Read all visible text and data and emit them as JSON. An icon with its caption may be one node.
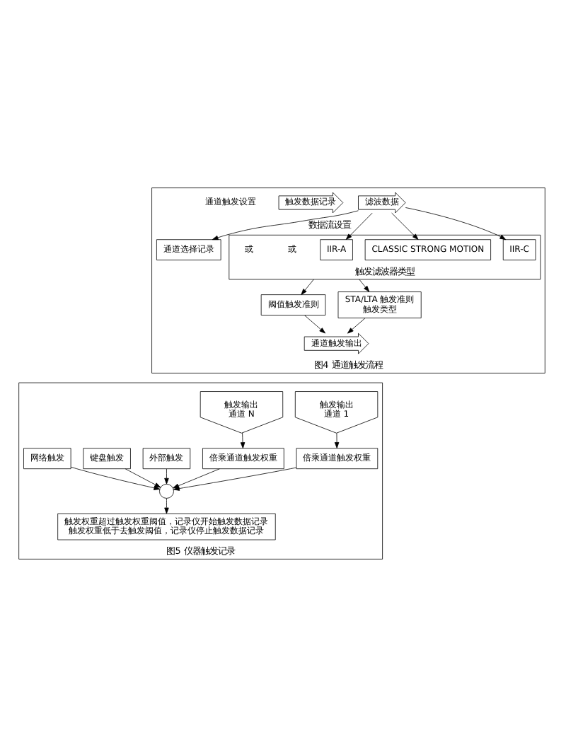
{
  "diagram": {
    "nodes": [
      {
        "text": [
          "图4 通道触发流程"
        ]
      },
      {
        "text": [
          "滤波数据"
        ],
        "in": 0
      },
      {
        "text": [
          "通道选择记录"
        ],
        "in": 0
      },
      {
        "text": [
          "触发数据记录"
        ],
        "in": 0
      },
      {
        "text": [
          "触发滤波器类型"
        ],
        "in": 0
      },
      {
        "text": [
          "IIR-A"
        ],
        "in": 4
      },
      {
        "text": [
          "CLASSIC STRONG MOTION"
        ],
        "in": 4
      },
      {
        "text": [
          "IIR-C"
        ],
        "in": 4
      },
      {
        "text": [
          "阈值触发准则"
        ],
        "in": 0
      },
      {
        "text": [
          "STA/LTA 触发准则",
          "触发类型"
        ],
        "in": 0
      },
      {
        "text": [
          "通道触发输出"
        ],
        "in": 0
      },
      {
        "text": [
          "图5 仪器触发记录"
        ]
      },
      {
        "text": [
          "触发输出",
          "通道 1"
        ],
        "in": 11
      },
      {
        "text": [
          "触发输出",
          "通道 N"
        ],
        "in": 11
      },
      {
        "text": [
          "倍乘通道触发权重"
        ],
        "in": 11
      },
      {
        "text": [
          "倍乘通道触发权重"
        ],
        "in": 11
      },
      {
        "text": [
          "外部触发"
        ],
        "in": 11
      },
      {
        "text": [
          "键盘触发"
        ],
        "in": 11
      },
      {
        "text": [
          "网络触发"
        ],
        "in": 11
      },
      {
        "text": [],
        "shape": "circle",
        "in": 11
      },
      {
        "text": [
          "触发权重超过触发权重阈值，记录仪开始触发数据记录",
          "触发权重低于去触发阈值，记录仪停止触发数据记录"
        ],
        "in": 11
      }
    ],
    "edges": [
      {
        "from": 1,
        "to": 2,
        "arrow": "to",
        "label": "数据流设置"
      },
      {
        "from": 1,
        "to": 5,
        "arrow": "to"
      },
      {
        "from": 1,
        "to": 6,
        "arrow": "to"
      },
      {
        "from": 1,
        "to": 7,
        "arrow": "to"
      },
      {
        "from": 4,
        "to": 8,
        "arrow": "to"
      },
      {
        "from": 4,
        "to": 9,
        "arrow": "to"
      },
      {
        "from": 8,
        "to": 10,
        "arrow": "to"
      },
      {
        "from": 9,
        "to": 10,
        "arrow": "to"
      },
      {
        "from": 12,
        "to": 14,
        "arrow": "to"
      },
      {
        "from": 13,
        "to": 15,
        "arrow": "to"
      },
      {
        "from": 14,
        "to": 19,
        "arrow": "to"
      },
      {
        "from": 15,
        "to": 19,
        "arrow": "to"
      },
      {
        "from": 16,
        "to": 19,
        "arrow": "to"
      },
      {
        "from": 17,
        "to": 19,
        "arrow": "to"
      },
      {
        "from": 18,
        "to": 19,
        "arrow": "to"
      },
      {
        "from": 19,
        "to": 20,
        "arrow": "to"
      }
    ],
    "labels": [
      "通道触发设置",
      "或",
      "或"
    ]
  }
}
